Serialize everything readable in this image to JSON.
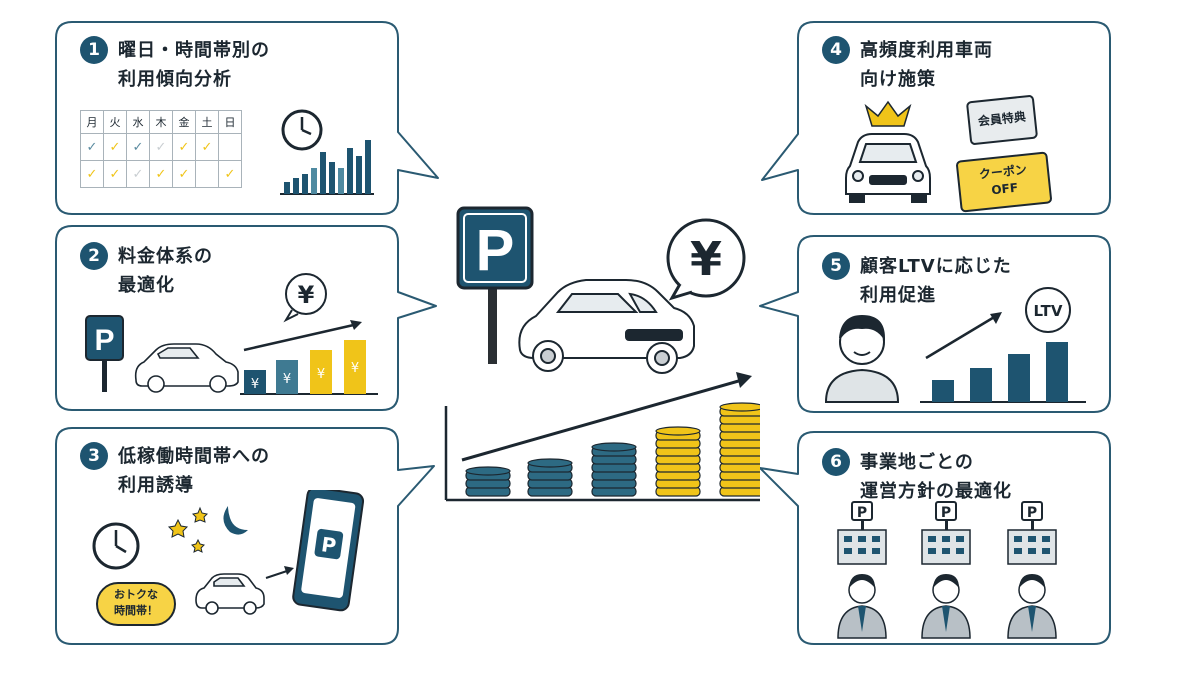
{
  "items": [
    {
      "num": "1",
      "line1": "曜日・時間帯別の",
      "line2": "利用傾向分析"
    },
    {
      "num": "2",
      "line1": "料金体系の",
      "line2": "最適化"
    },
    {
      "num": "3",
      "line1": "低稼働時間帯への",
      "line2": "利用誘導"
    },
    {
      "num": "4",
      "line1": "高頻度利用車両",
      "line2": "向け施策"
    },
    {
      "num": "5",
      "line1": "顧客LTVに応じた",
      "line2": "利用促進"
    },
    {
      "num": "6",
      "line1": "事業地ごとの",
      "line2": "運営方針の最適化"
    }
  ],
  "calendar": {
    "days": [
      "月",
      "火",
      "水",
      "木",
      "金",
      "土",
      "日"
    ],
    "rows": [
      [
        "b",
        "y",
        "b",
        "g",
        "y",
        "y",
        ""
      ],
      [
        "y",
        "y",
        "g",
        "y",
        "y",
        "",
        "y"
      ]
    ]
  },
  "parking_letter": "P",
  "yen": "¥",
  "bubble_text": {
    "line1": "おトクな",
    "line2": "時間帯！"
  },
  "card_member": "会員特典",
  "card_coupon": {
    "line1": "クーポン",
    "line2": "OFF"
  },
  "ltv": "LTV",
  "colors": {
    "navy": "#1e5470",
    "teal": "#2d6a83",
    "yellow": "#f0c419",
    "outline": "#2a5a72"
  }
}
